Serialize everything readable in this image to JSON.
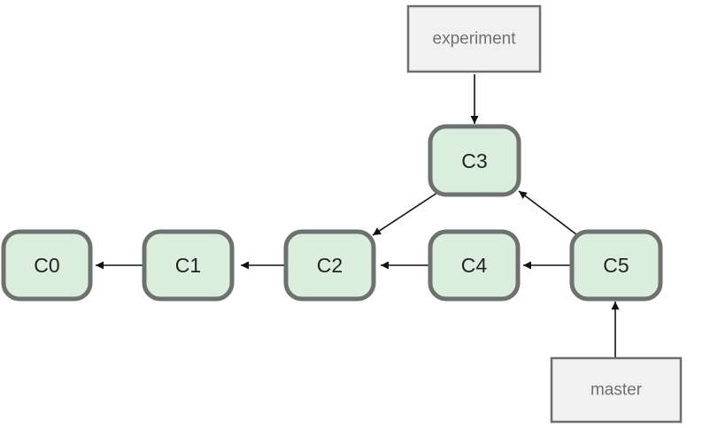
{
  "diagram": {
    "commits": [
      {
        "id": "C0",
        "label": "C0"
      },
      {
        "id": "C1",
        "label": "C1"
      },
      {
        "id": "C2",
        "label": "C2"
      },
      {
        "id": "C3",
        "label": "C3"
      },
      {
        "id": "C4",
        "label": "C4"
      },
      {
        "id": "C5",
        "label": "C5"
      }
    ],
    "branches": [
      {
        "id": "experiment",
        "label": "experiment",
        "points_to": "C3"
      },
      {
        "id": "master",
        "label": "master",
        "points_to": "C5"
      }
    ],
    "edges": [
      {
        "from": "C1",
        "to": "C0"
      },
      {
        "from": "C2",
        "to": "C1"
      },
      {
        "from": "C3",
        "to": "C2"
      },
      {
        "from": "C4",
        "to": "C2"
      },
      {
        "from": "C5",
        "to": "C4"
      },
      {
        "from": "C5",
        "to": "C3"
      }
    ],
    "colors": {
      "commit_fill": "#dbeedd",
      "commit_border": "#6e726e",
      "branch_fill": "#f1f1f1",
      "branch_border": "#6e6e6e",
      "arrow": "#111111"
    }
  }
}
